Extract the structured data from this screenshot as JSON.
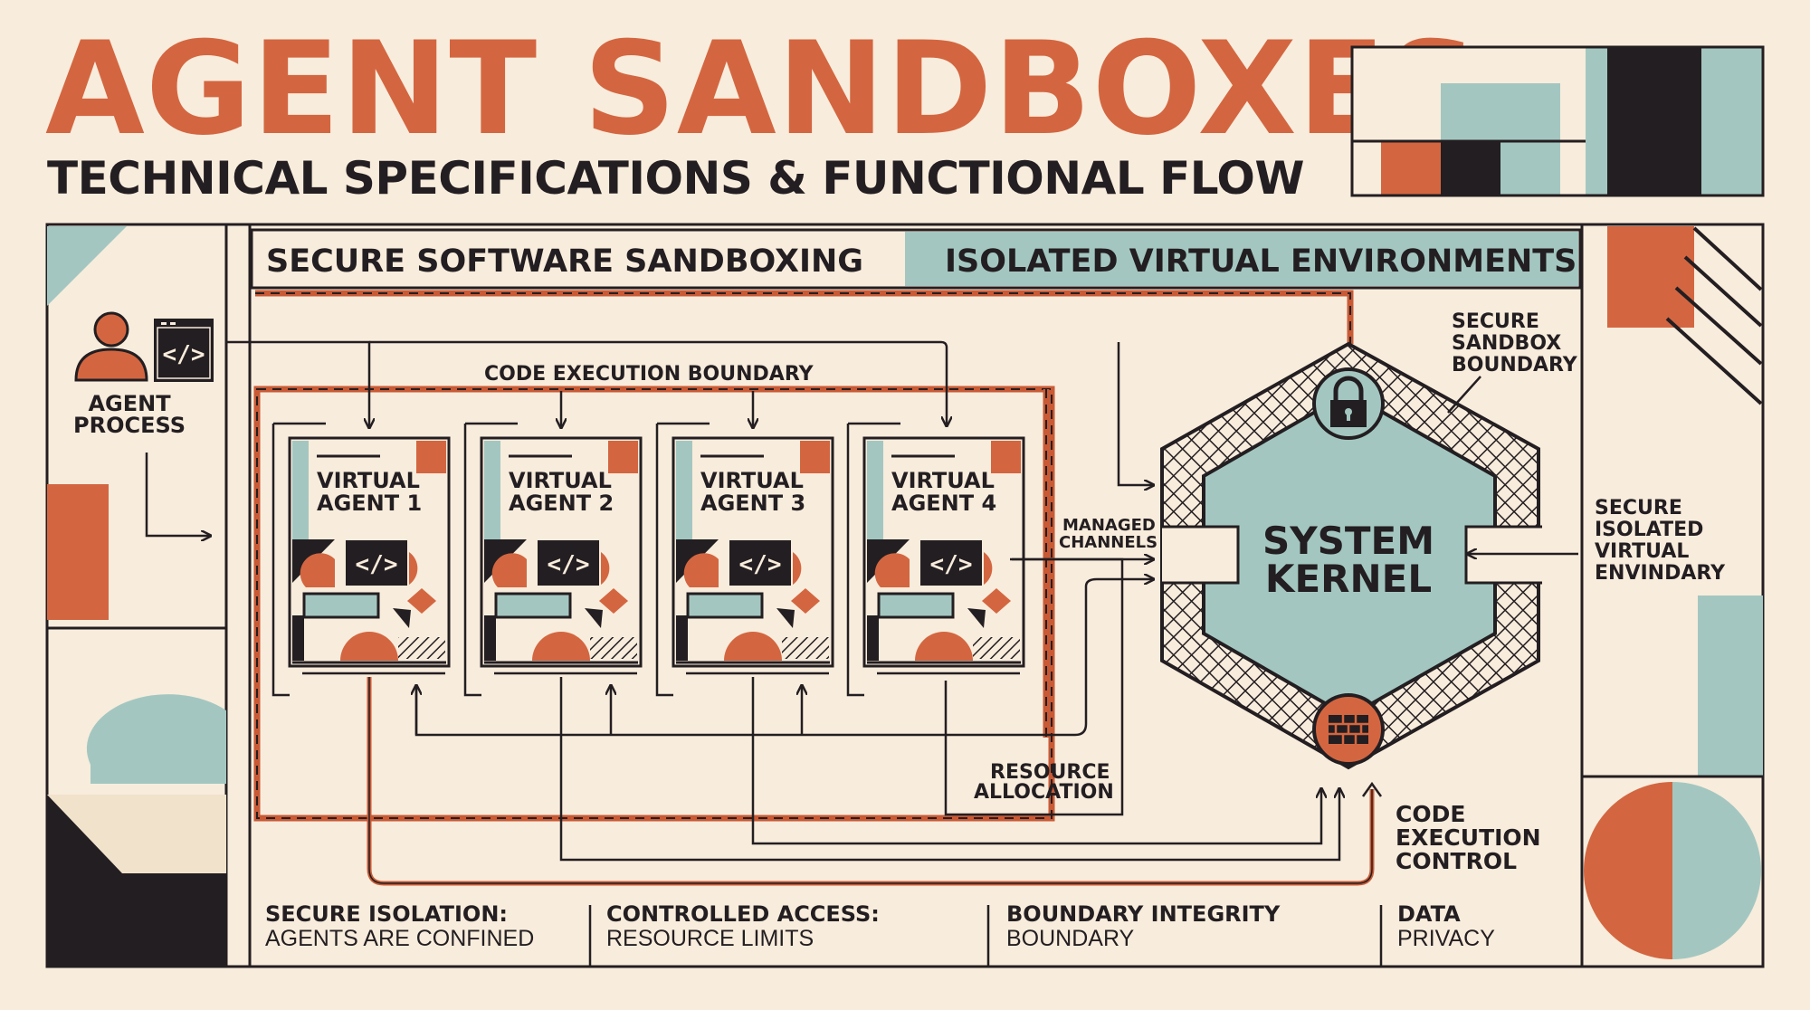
{
  "header": {
    "title": "AGENT SANDBOXES",
    "subtitle": "TECHNICAL SPECIFICATIONS & FUNCTIONAL FLOW"
  },
  "banner": {
    "left": "SECURE SOFTWARE SANDBOXING",
    "right": "ISOLATED VIRTUAL ENVIRONMENTS"
  },
  "agent_process": {
    "line1": "AGENT",
    "line2": "PROCESS",
    "code_icon": "</>"
  },
  "boundary_label": "CODE EXECUTION BOUNDARY",
  "agents": [
    {
      "line1": "VIRTUAL",
      "line2": "AGENT 1",
      "code": "</>"
    },
    {
      "line1": "VIRTUAL",
      "line2": "AGENT 2",
      "code": "</>"
    },
    {
      "line1": "VIRTUAL",
      "line2": "AGENT 3",
      "code": "</>"
    },
    {
      "line1": "VIRTUAL",
      "line2": "AGENT 4",
      "code": "</>"
    }
  ],
  "managed_channels": {
    "line1": "MANAGED",
    "line2": "CHANNELS"
  },
  "kernel": {
    "line1": "SYSTEM",
    "line2": "KERNEL"
  },
  "sandbox_boundary": {
    "line1": "SECURE",
    "line2": "SANDBOX",
    "line3": "BOUNDARY"
  },
  "right_label": {
    "line1": "SECURE",
    "line2": "ISOLATED",
    "line3": "VIRTUAL",
    "line4": "ENVINDARY"
  },
  "resource_allocation": {
    "line1": "RESOURCE",
    "line2": "ALLOCATION"
  },
  "code_execution_control": {
    "line1": "CODE",
    "line2": "EXECUTION",
    "line3": "CONTROL"
  },
  "footer": [
    {
      "head": "SECURE ISOLATION:",
      "body": "AGENTS ARE CONFINED"
    },
    {
      "head": "CONTROLLED ACCESS:",
      "body": "RESOURCE LIMITS"
    },
    {
      "head": "BOUNDARY INTEGRITY",
      "body": "BOUNDARY"
    },
    {
      "head": "DATA",
      "body": "PRIVACY"
    }
  ],
  "icons": [
    "user-icon",
    "code-window-icon",
    "lock-icon",
    "brick-wall-icon",
    "arrow-icon"
  ],
  "colors": {
    "background": "#f8ecdc",
    "accent_orange": "#d36640",
    "teal": "#a3c7c0",
    "dark": "#231e21",
    "dashed_boundary": "#c85a36"
  }
}
